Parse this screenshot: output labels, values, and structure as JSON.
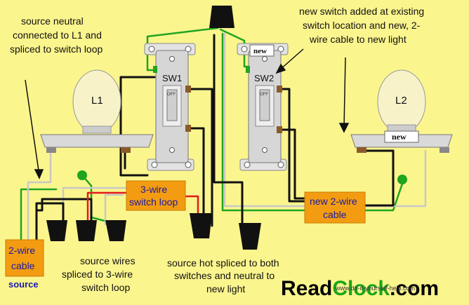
{
  "annotations": {
    "top_left": [
      "source neutral",
      "connected to L1 and",
      "spliced to switch loop"
    ],
    "top_right": [
      "new switch added at existing",
      "switch location and new, 2-",
      "wire cable to new light"
    ],
    "bottom_middle_left": [
      "source wires",
      "spliced to 3-wire",
      "switch loop"
    ],
    "bottom_center": [
      "source hot spliced to both",
      "switches and neutral to",
      "new light"
    ]
  },
  "lamps": {
    "l1": "L1",
    "l2": "L2"
  },
  "switches": {
    "sw1": {
      "label": "SW1",
      "toggle": "OFF"
    },
    "sw2": {
      "label": "SW2",
      "toggle": "OFF"
    }
  },
  "new_tags": {
    "switch": "new",
    "light": "new"
  },
  "cable_labels": {
    "three_wire": [
      "3-wire",
      "switch loop"
    ],
    "new_two_wire": [
      "new 2-wire",
      "cable"
    ],
    "two_wire": [
      "2-wire",
      "cable"
    ],
    "source": "source"
  },
  "branding": {
    "logo_read": "Read",
    "logo_clock": "Clock",
    "logo_dot": ".com",
    "url": "www.do-it-yourself-help.com"
  },
  "colors": {
    "background": "#fbf58e",
    "cable_box": "#f39c12",
    "cable_text": "#1a1aa0",
    "wire_black": "#111111",
    "wire_white": "#f4f4f4",
    "wire_red": "#e21b1b",
    "wire_ground": "#1fa51f",
    "logo_accent": "#1aa51a"
  }
}
